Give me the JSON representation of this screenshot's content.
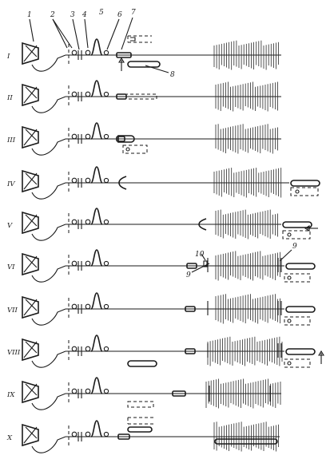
{
  "labels": [
    "1",
    "2",
    "3",
    "4",
    "5",
    "6",
    "7",
    "8",
    "9",
    "10",
    "9"
  ],
  "rows": [
    {
      "num": "I"
    },
    {
      "num": "II"
    },
    {
      "num": "III"
    },
    {
      "num": "IV"
    },
    {
      "num": "V"
    },
    {
      "num": "VI"
    },
    {
      "num": "VII"
    },
    {
      "num": "VIII"
    },
    {
      "num": "IX"
    },
    {
      "num": "X"
    }
  ]
}
